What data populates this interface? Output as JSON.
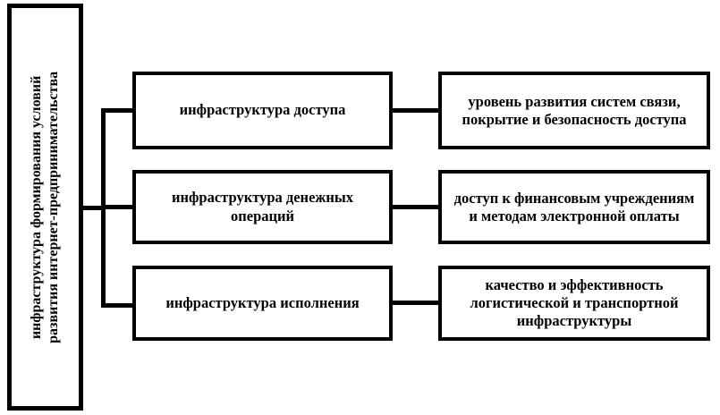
{
  "diagram": {
    "root": {
      "label_lines": [
        "инфраструктура формирования условий",
        "развития интернет-предпринимательства"
      ],
      "label_full": "инфраструктура формирования условий развития интернет-предпринимательства"
    },
    "rows": [
      {
        "middle": "инфраструктура доступа",
        "right": "уровень развития систем связи, покрытие и безопасность доступа"
      },
      {
        "middle": "инфраструктура денежных операций",
        "right": "доступ к финансовым учреждениям и методам электронной оплаты"
      },
      {
        "middle": "инфраструктура исполнения",
        "right": "качество и эффективность логистической и транспортной инфраструктуры"
      }
    ],
    "colors": {
      "stroke": "#000000",
      "fill": "#ffffff",
      "text": "#000000"
    }
  }
}
